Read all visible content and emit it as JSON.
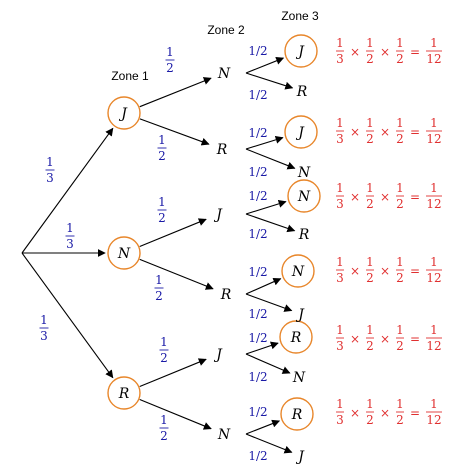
{
  "zones": [
    "Zone 1",
    "Zone 2",
    "Zone 3"
  ],
  "level1": [
    {
      "label": "J",
      "prob": {
        "num": "1",
        "den": "3"
      }
    },
    {
      "label": "N",
      "prob": {
        "num": "1",
        "den": "3"
      }
    },
    {
      "label": "R",
      "prob": {
        "num": "1",
        "den": "3"
      }
    }
  ],
  "level2": [
    {
      "label": "N",
      "prob": {
        "num": "1",
        "den": "2"
      }
    },
    {
      "label": "R",
      "prob": {
        "num": "1",
        "den": "2"
      }
    },
    {
      "label": "J",
      "prob": {
        "num": "1",
        "den": "2"
      }
    },
    {
      "label": "R",
      "prob": {
        "num": "1",
        "den": "2"
      }
    },
    {
      "label": "J",
      "prob": {
        "num": "1",
        "den": "2"
      }
    },
    {
      "label": "N",
      "prob": {
        "num": "1",
        "den": "2"
      }
    }
  ],
  "level3": [
    {
      "label": "J",
      "prob": "1/2",
      "circled": true
    },
    {
      "label": "R",
      "prob": "1/2",
      "circled": false
    },
    {
      "label": "J",
      "prob": "1/2",
      "circled": true
    },
    {
      "label": "N",
      "prob": "1/2",
      "circled": false
    },
    {
      "label": "N",
      "prob": "1/2",
      "circled": true
    },
    {
      "label": "R",
      "prob": "1/2",
      "circled": false
    },
    {
      "label": "N",
      "prob": "1/2",
      "circled": true
    },
    {
      "label": "J",
      "prob": "1/2",
      "circled": false
    },
    {
      "label": "R",
      "prob": "1/2",
      "circled": true
    },
    {
      "label": "N",
      "prob": "1/2",
      "circled": false
    },
    {
      "label": "R",
      "prob": "1/2",
      "circled": true
    },
    {
      "label": "J",
      "prob": "1/2",
      "circled": false
    }
  ],
  "results": [
    {
      "fracs": [
        {
          "num": "1",
          "den": "3"
        },
        {
          "num": "1",
          "den": "2"
        },
        {
          "num": "1",
          "den": "2"
        }
      ],
      "times": "×",
      "equals": "=",
      "result": {
        "num": "1",
        "den": "12"
      }
    },
    {
      "fracs": [
        {
          "num": "1",
          "den": "3"
        },
        {
          "num": "1",
          "den": "2"
        },
        {
          "num": "1",
          "den": "2"
        }
      ],
      "times": "×",
      "equals": "=",
      "result": {
        "num": "1",
        "den": "12"
      }
    },
    {
      "fracs": [
        {
          "num": "1",
          "den": "3"
        },
        {
          "num": "1",
          "den": "2"
        },
        {
          "num": "1",
          "den": "2"
        }
      ],
      "times": "×",
      "equals": "=",
      "result": {
        "num": "1",
        "den": "12"
      }
    },
    {
      "fracs": [
        {
          "num": "1",
          "den": "3"
        },
        {
          "num": "1",
          "den": "2"
        },
        {
          "num": "1",
          "den": "2"
        }
      ],
      "times": "×",
      "equals": "=",
      "result": {
        "num": "1",
        "den": "12"
      }
    },
    {
      "fracs": [
        {
          "num": "1",
          "den": "3"
        },
        {
          "num": "1",
          "den": "2"
        },
        {
          "num": "1",
          "den": "2"
        }
      ],
      "times": "×",
      "equals": "=",
      "result": {
        "num": "1",
        "den": "12"
      }
    },
    {
      "fracs": [
        {
          "num": "1",
          "den": "3"
        },
        {
          "num": "1",
          "den": "2"
        },
        {
          "num": "1",
          "den": "2"
        }
      ],
      "times": "×",
      "equals": "=",
      "result": {
        "num": "1",
        "den": "12"
      }
    }
  ],
  "colors": {
    "circle": "#e8862a",
    "branch_prob": "#1a1aa6",
    "result": "#e03030",
    "line": "#000000"
  }
}
